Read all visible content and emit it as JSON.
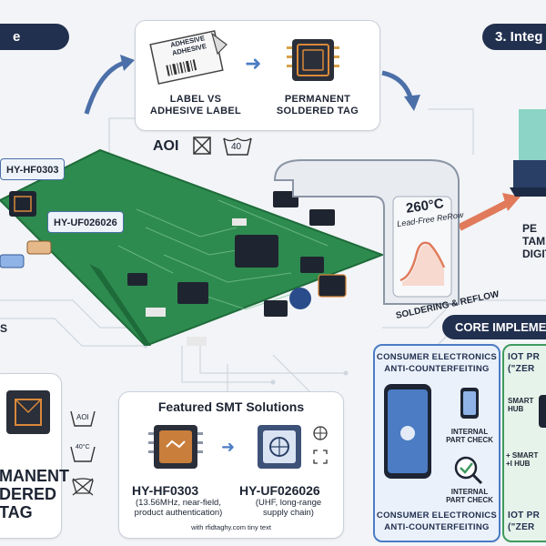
{
  "headers": {
    "stage_left": "e",
    "stage_right": "3. Integ",
    "core": "CORE IMPLEMEN"
  },
  "top_card": {
    "label_left": "LABEL VS\nADHESIVE LABEL",
    "label_right": "PERMANENT\nSOLDERED TAG",
    "sticker_text": "ADHESIVE\nADHESIVE"
  },
  "aoi": {
    "text": "AOI",
    "temp_box": "40"
  },
  "board": {
    "chip1": "HY-HF0303",
    "chip2": "HY-UF026026",
    "left_edge_text": "S"
  },
  "oven": {
    "temp": "260°C",
    "profile": "Lead-Free ReRow",
    "caption": "SOLDERING & REFLOW"
  },
  "right_block": {
    "line1": "PE",
    "line2": "TAM",
    "line3": "DIGIT"
  },
  "left_bottom": {
    "line1": "MANENT",
    "line2": "DERED",
    "line3": "TAG"
  },
  "care_icons": {
    "aoi": "AOI",
    "temp": "40°C"
  },
  "featured": {
    "title": "Featured SMT Solutions",
    "chip1_name": "HY-HF0303",
    "chip1_desc": "(13.56MHz, near-field,\nproduct authentication)",
    "chip2_name": "HY-UF026026",
    "chip2_desc": "(UHF, long-range\nsupply chain)",
    "footer": "with rfidtaghy.com tiny text"
  },
  "consumer": {
    "header": "CONSUMER ELECTRONICS\nANTI-COUNTERFEITING",
    "check1": "INTERNAL\nPART CHECK",
    "check2": "INTERNAL\nPART CHECK",
    "footer": "CONSUMER ELECTRONICS\nANTI-COUNTERFEITING"
  },
  "iot": {
    "header": "IOT PR\n(\"ZER",
    "hub1": "SMART\nHUB",
    "hub2": "+ SMART\n+I HUB",
    "footer": "IOT PR\n(\"ZER"
  },
  "colors": {
    "navy": "#22304f",
    "pcb": "#2e8b4f",
    "blue": "#4b7cc4",
    "green": "#3f9a5e"
  }
}
